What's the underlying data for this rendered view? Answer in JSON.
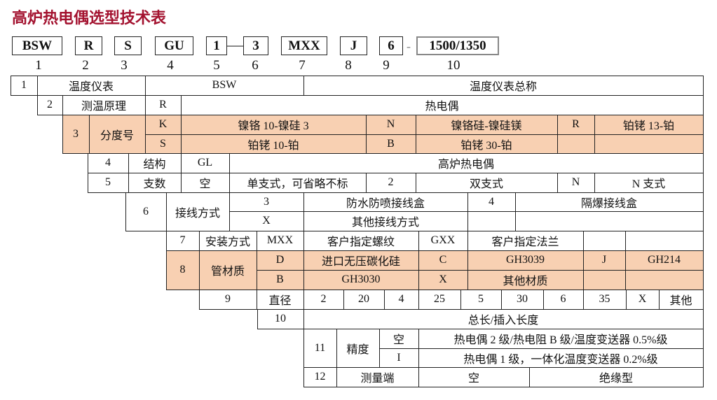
{
  "title": "高炉热电偶选型技术表",
  "code_boxes": [
    "BSW",
    "R",
    "S",
    "GU",
    "1",
    "3",
    "MXX",
    "J",
    "6",
    "1500/1350"
  ],
  "separator": "-",
  "position_numbers": [
    "1",
    "2",
    "3",
    "4",
    "5",
    "6",
    "7",
    "8",
    "9",
    "10"
  ],
  "colors": {
    "title": "#a3122f",
    "highlight": "#f8d0b2"
  },
  "table": {
    "r1": {
      "num": "1",
      "label": "温度仪表",
      "code": "BSW",
      "desc": "温度仪表总称"
    },
    "r2": {
      "num": "2",
      "label": "测温原理",
      "code": "R",
      "desc": "热电偶"
    },
    "r3": {
      "num": "3",
      "label": "分度号",
      "options": [
        {
          "code": "K",
          "desc": "镍铬 10-镍硅 3"
        },
        {
          "code": "N",
          "desc": "镍铬硅-镍硅镁"
        },
        {
          "code": "R",
          "desc": "铂铑 13-铂"
        },
        {
          "code": "S",
          "desc": "铂铑 10-铂"
        },
        {
          "code": "B",
          "desc": "铂铑 30-铂"
        }
      ]
    },
    "r4": {
      "num": "4",
      "label": "结构",
      "code": "GL",
      "desc": "高炉热电偶"
    },
    "r5": {
      "num": "5",
      "label": "支数",
      "options": [
        {
          "code": "空",
          "desc": "单支式，可省略不标"
        },
        {
          "code": "2",
          "desc": "双支式"
        },
        {
          "code": "N",
          "desc": "N 支式"
        }
      ]
    },
    "r6": {
      "num": "6",
      "label": "接线方式",
      "options": [
        {
          "code": "3",
          "desc": "防水防喷接线盒"
        },
        {
          "code": "4",
          "desc": "隔爆接线盒"
        },
        {
          "code": "X",
          "desc": "其他接线方式"
        }
      ]
    },
    "r7": {
      "num": "7",
      "label": "安装方式",
      "options": [
        {
          "code": "MXX",
          "desc": "客户指定螺纹"
        },
        {
          "code": "GXX",
          "desc": "客户指定法兰"
        }
      ]
    },
    "r8": {
      "num": "8",
      "label": "管材质",
      "options": [
        {
          "code": "D",
          "desc": "进口无压碳化硅"
        },
        {
          "code": "C",
          "desc": "GH3039"
        },
        {
          "code": "J",
          "desc": "GH214"
        },
        {
          "code": "B",
          "desc": "GH3030"
        },
        {
          "code": "X",
          "desc": "其他材质"
        }
      ]
    },
    "r9": {
      "num": "9",
      "label": "直径",
      "options": [
        {
          "code": "2",
          "desc": "20"
        },
        {
          "code": "4",
          "desc": "25"
        },
        {
          "code": "5",
          "desc": "30"
        },
        {
          "code": "6",
          "desc": "35"
        },
        {
          "code": "X",
          "desc": "其他"
        }
      ]
    },
    "r10": {
      "num": "10",
      "desc": "总长/插入长度"
    },
    "r11": {
      "num": "11",
      "label": "精度",
      "options": [
        {
          "code": "空",
          "desc": "热电偶 2 级/热电阻 B 级/温度变送器 0.5%级"
        },
        {
          "code": "I",
          "desc": "热电偶 1 级，一体化温度变送器 0.2%级"
        }
      ]
    },
    "r12": {
      "num": "12",
      "label": "测量端",
      "code": "空",
      "desc": "绝缘型"
    }
  }
}
